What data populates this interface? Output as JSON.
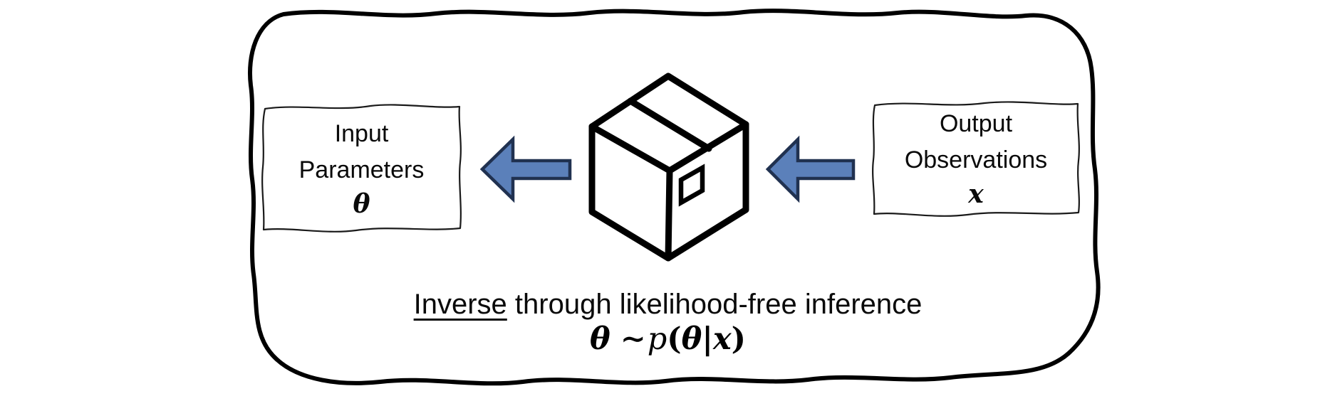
{
  "diagram": {
    "input_box": {
      "line1": "Input",
      "line2": "Parameters",
      "symbol": "θ"
    },
    "output_box": {
      "line1": "Output",
      "line2": "Observations",
      "symbol": "x"
    },
    "caption": {
      "underlined": "Inverse",
      "rest": " through likelihood-free inference"
    },
    "formula": {
      "theta": "θ",
      "tilde": "∼",
      "p": "p",
      "open_paren": "(",
      "theta_cond": "θ",
      "bar": "|",
      "x": "x",
      "close_paren": ")"
    },
    "colors": {
      "arrow_fill": "#5b80ba",
      "arrow_stroke": "#203150",
      "line_color": "#000000"
    },
    "icons": {
      "center": "package-box-icon",
      "flow": "block-arrow-left-icon"
    }
  }
}
